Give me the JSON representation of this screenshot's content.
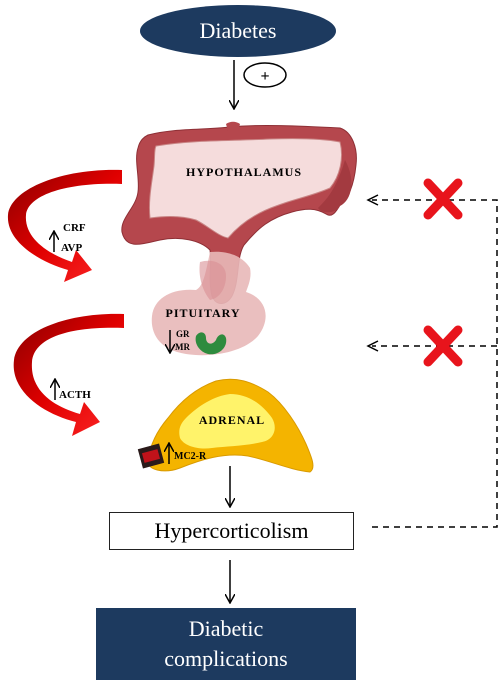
{
  "nodes": {
    "diabetes": "Diabetes",
    "plus_sign": "+",
    "hypothalamus": "HYPOTHALAMUS",
    "pituitary": "PITUITARY",
    "adrenal": "ADRENAL",
    "hypercorticolism": "Hypercorticolism",
    "complications_line1": "Diabetic",
    "complications_line2": "complications"
  },
  "hormones": {
    "crf": "CRF",
    "avp": "AVP",
    "acth": "ACTH",
    "gr": "GR",
    "mr": "MR",
    "mc2r": "MC2-R"
  },
  "colors": {
    "diabetes_fill": "#1d3a5f",
    "complications_fill": "#1d3a5f",
    "hypothalamus_fill": "#b5474d",
    "hypothalamus_inner": "#f5dcdc",
    "pituitary_fill": "#e8b8b8",
    "adrenal_outer": "#f4b400",
    "adrenal_inner": "#fff36a",
    "feedback_arrow": "#d10000",
    "receptor_green": "#2e8b3e",
    "block_x": "#e8141c"
  }
}
